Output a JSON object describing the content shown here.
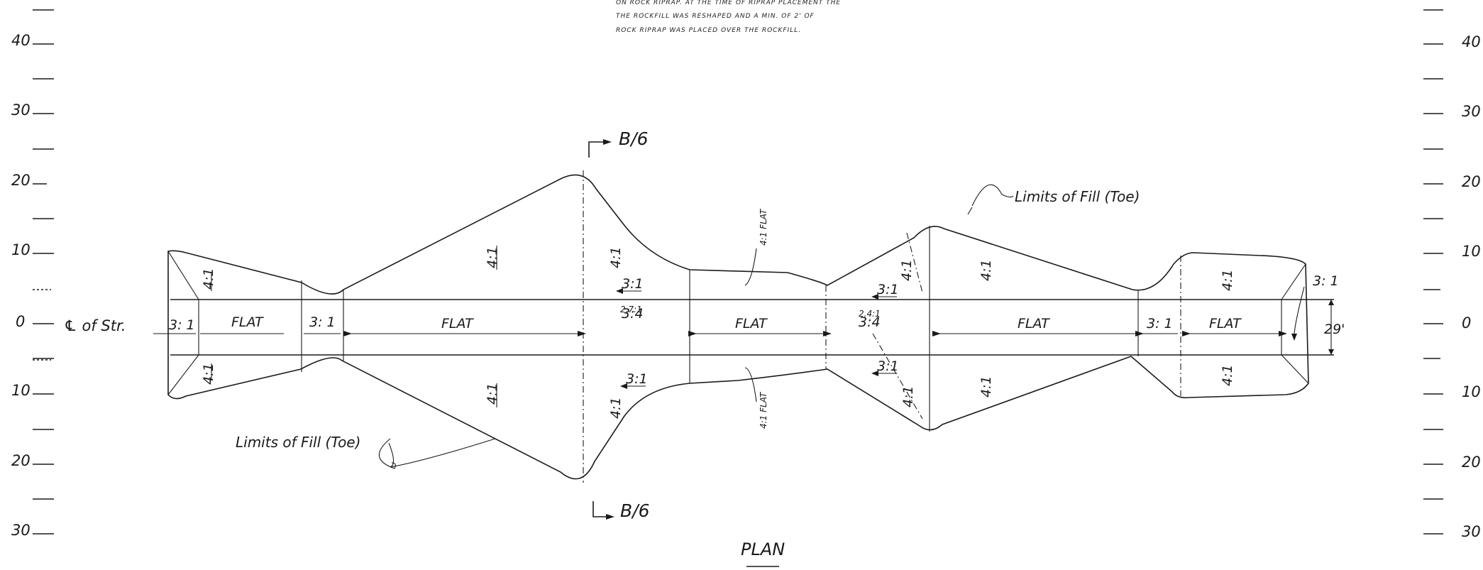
{
  "notes": {
    "line1": "ON ROCK RIPRAP. AT THE TIME OF RIPRAP PLACEMENT THE",
    "line2": "THE ROCKFILL WAS RESHAPED AND A MIN. OF 2' OF",
    "line3": "ROCK RIPRAP WAS PLACED OVER THE ROCKFILL."
  },
  "scale_left": [
    "40",
    "30",
    "20",
    "10",
    "0",
    "10",
    "20",
    "30"
  ],
  "scale_right": [
    "40",
    "30",
    "20",
    "10",
    "0",
    "10",
    "20",
    "30"
  ],
  "centerline_label": "℄ of Str.",
  "section_top": "B/6",
  "section_bottom": "B/6",
  "limits_top": "Limits of Fill (Toe)",
  "limits_bottom": "Limits of Fill (Toe)",
  "title": "PLAN",
  "flat_label": "FLAT",
  "slopes": {
    "s31": "3: 1",
    "s41": "4:1",
    "s31b": "3:1",
    "s2711": "2.7:1",
    "s241": "2.4:1",
    "s34": "3:4",
    "s31c": "3:1",
    "s41flat": "4:1 FLAT",
    "right_end": "3: 1",
    "dim_29": "29'"
  }
}
